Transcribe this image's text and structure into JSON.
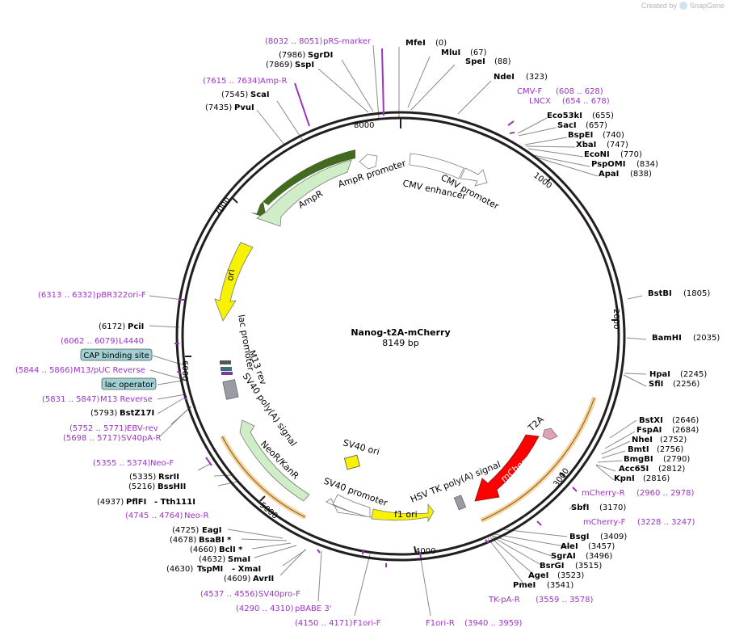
{
  "credit": {
    "created_by": "Created by",
    "brand": "SnapGene"
  },
  "map": {
    "title": "Nanog-t2A-mCherry",
    "length": "8149 bp",
    "ticks": [
      "1000",
      "2000",
      "3000",
      "4000",
      "5000",
      "6000",
      "7000",
      "8000"
    ]
  },
  "sites": {
    "pRS_marker": {
      "name": "pRS-marker",
      "pos": "(8032 .. 8051)"
    },
    "MfeI": {
      "name": "MfeI",
      "pos": "(0)"
    },
    "MluI": {
      "name": "MluI",
      "pos": "(67)"
    },
    "SpeI": {
      "name": "SpeI",
      "pos": "(88)"
    },
    "NdeI": {
      "name": "NdeI",
      "pos": "(323)"
    },
    "SgrDI": {
      "name": "SgrDI",
      "pos": "(7986)"
    },
    "SspI": {
      "name": "SspI",
      "pos": "(7869)"
    },
    "AmpR_primer": {
      "name": "Amp-R",
      "pos": "(7615 .. 7634)"
    },
    "ScaI": {
      "name": "ScaI",
      "pos": "(7545)"
    },
    "PvuI": {
      "name": "PvuI",
      "pos": "(7435)"
    },
    "CMV_F": {
      "name": "CMV-F",
      "pos": "(608 .. 628)"
    },
    "LNCX": {
      "name": "LNCX",
      "pos": "(654 .. 678)"
    },
    "Eco53kI": {
      "name": "Eco53kI",
      "pos": "(655)"
    },
    "SacI": {
      "name": "SacI",
      "pos": "(657)"
    },
    "BspEI": {
      "name": "BspEI",
      "pos": "(740)"
    },
    "XbaI": {
      "name": "XbaI",
      "pos": "(747)"
    },
    "EcoNI": {
      "name": "EcoNI",
      "pos": "(770)"
    },
    "PspOMI": {
      "name": "PspOMI",
      "pos": "(834)"
    },
    "ApaI": {
      "name": "ApaI",
      "pos": "(838)"
    },
    "BstBI": {
      "name": "BstBI",
      "pos": "(1805)"
    },
    "BamHI": {
      "name": "BamHI",
      "pos": "(2035)"
    },
    "HpaI": {
      "name": "HpaI",
      "pos": "(2245)"
    },
    "SfiI": {
      "name": "SfiI",
      "pos": "(2256)"
    },
    "BstXI": {
      "name": "BstXI",
      "pos": "(2646)"
    },
    "FspAI": {
      "name": "FspAI",
      "pos": "(2684)"
    },
    "NheI": {
      "name": "NheI",
      "pos": "(2752)"
    },
    "BmtI": {
      "name": "BmtI",
      "pos": "(2756)"
    },
    "BmgBI": {
      "name": "BmgBI",
      "pos": "(2790)"
    },
    "Acc65I": {
      "name": "Acc65I",
      "pos": "(2812)"
    },
    "KpnI": {
      "name": "KpnI",
      "pos": "(2816)"
    },
    "mCherry_R": {
      "name": "mCherry-R",
      "pos": "(2960 .. 2978)"
    },
    "SbfI": {
      "name": "SbfI",
      "pos": "(3170)"
    },
    "mCherry_F": {
      "name": "mCherry-F",
      "pos": "(3228 .. 3247)"
    },
    "BsgI": {
      "name": "BsgI",
      "pos": "(3409)"
    },
    "AleI": {
      "name": "AleI",
      "pos": "(3457)"
    },
    "SgrAI": {
      "name": "SgrAI",
      "pos": "(3496)"
    },
    "BsrGI": {
      "name": "BsrGI",
      "pos": "(3515)"
    },
    "AgeI": {
      "name": "AgeI",
      "pos": "(3523)"
    },
    "PmeI": {
      "name": "PmeI",
      "pos": "(3541)"
    },
    "TK_pA_R": {
      "name": "TK-pA-R",
      "pos": "(3559 .. 3578)"
    },
    "F1ori_R": {
      "name": "F1ori-R",
      "pos": "(3940 .. 3959)"
    },
    "F1ori_F": {
      "name": "F1ori-F",
      "pos": "(4150 .. 4171)"
    },
    "pBABE_3": {
      "name": "pBABE 3'",
      "pos": "(4290 .. 4310)"
    },
    "SV40pro_F": {
      "name": "SV40pro-F",
      "pos": "(4537 .. 4556)"
    },
    "AvrII": {
      "name": "AvrII",
      "pos": "(4609)"
    },
    "TspMI": {
      "name": "TspMI",
      "pos": "(4630)"
    },
    "XmaI": {
      "name": "- XmaI",
      "pos": ""
    },
    "SmaI": {
      "name": "SmaI",
      "pos": "(4632)"
    },
    "BclI": {
      "name": "BclI *",
      "pos": "(4660)"
    },
    "BsaBI": {
      "name": "BsaBI *",
      "pos": "(4678)"
    },
    "EagI": {
      "name": "EagI",
      "pos": "(4725)"
    },
    "Neo_R": {
      "name": "Neo-R",
      "pos": "(4745 .. 4764)"
    },
    "PflFI": {
      "name": "PflFI",
      "pos": "(4937)"
    },
    "Tth111I": {
      "name": "- Tth111I",
      "pos": ""
    },
    "BssHII": {
      "name": "BssHII",
      "pos": "(5216)"
    },
    "RsrII": {
      "name": "RsrII",
      "pos": "(5335)"
    },
    "Neo_F": {
      "name": "Neo-F",
      "pos": "(5355 .. 5374)"
    },
    "SV40pA_R": {
      "name": "SV40pA-R",
      "pos": "(5698 .. 5717)"
    },
    "EBV_rev": {
      "name": "EBV-rev",
      "pos": "(5752 .. 5771)"
    },
    "BstZ17I": {
      "name": "BstZ17I",
      "pos": "(5793)"
    },
    "M13_Reverse": {
      "name": "M13 Reverse",
      "pos": "(5831 .. 5847)"
    },
    "lac_operator": {
      "name": "lac operator",
      "pos": ""
    },
    "M13_pUC_Reverse": {
      "name": "M13/pUC Reverse",
      "pos": "(5844 .. 5866)"
    },
    "CAP_binding_site": {
      "name": "CAP binding site",
      "pos": ""
    },
    "L4440": {
      "name": "L4440",
      "pos": "(6062 .. 6079)"
    },
    "PciI": {
      "name": "PciI",
      "pos": "(6172)"
    },
    "pBR322ori_F": {
      "name": "pBR322ori-F",
      "pos": "(6313 .. 6332)"
    }
  },
  "features": {
    "AmpR": "AmpR",
    "AmpR_promoter": "AmpR promoter",
    "CMV_enhancer": "CMV enhancer",
    "CMV_promoter": "CMV promoter",
    "ori": "ori",
    "lac_promoter": "lac promoter",
    "M13_rev": "M13 rev",
    "SV40_polyA": "SV40 poly(A) signal",
    "NeoR_KanR": "NeoR/KanR",
    "SV40_ori": "SV40 ori",
    "SV40_promoter": "SV40 promoter",
    "f1_ori": "f1 ori",
    "HSV_TK_polyA": "HSV TK poly(A) signal",
    "mCherry": "mCherry",
    "T2A": "T2A"
  },
  "colors": {
    "backbone": "#231f20",
    "primer": "#9b34c6",
    "enzyme": "#000000",
    "leader": "#8a8a8a",
    "AmpR_fill": "#cfeec7",
    "ori_fill": "#f7f200",
    "mCherry_fill": "#ff0000",
    "T2A_fill": "#e2a0b6",
    "grey_box": "#9a9ca3",
    "cyan_box": "#9fd0d4",
    "orange_glow": "#f5c67a",
    "olive": "#2d5a08"
  }
}
